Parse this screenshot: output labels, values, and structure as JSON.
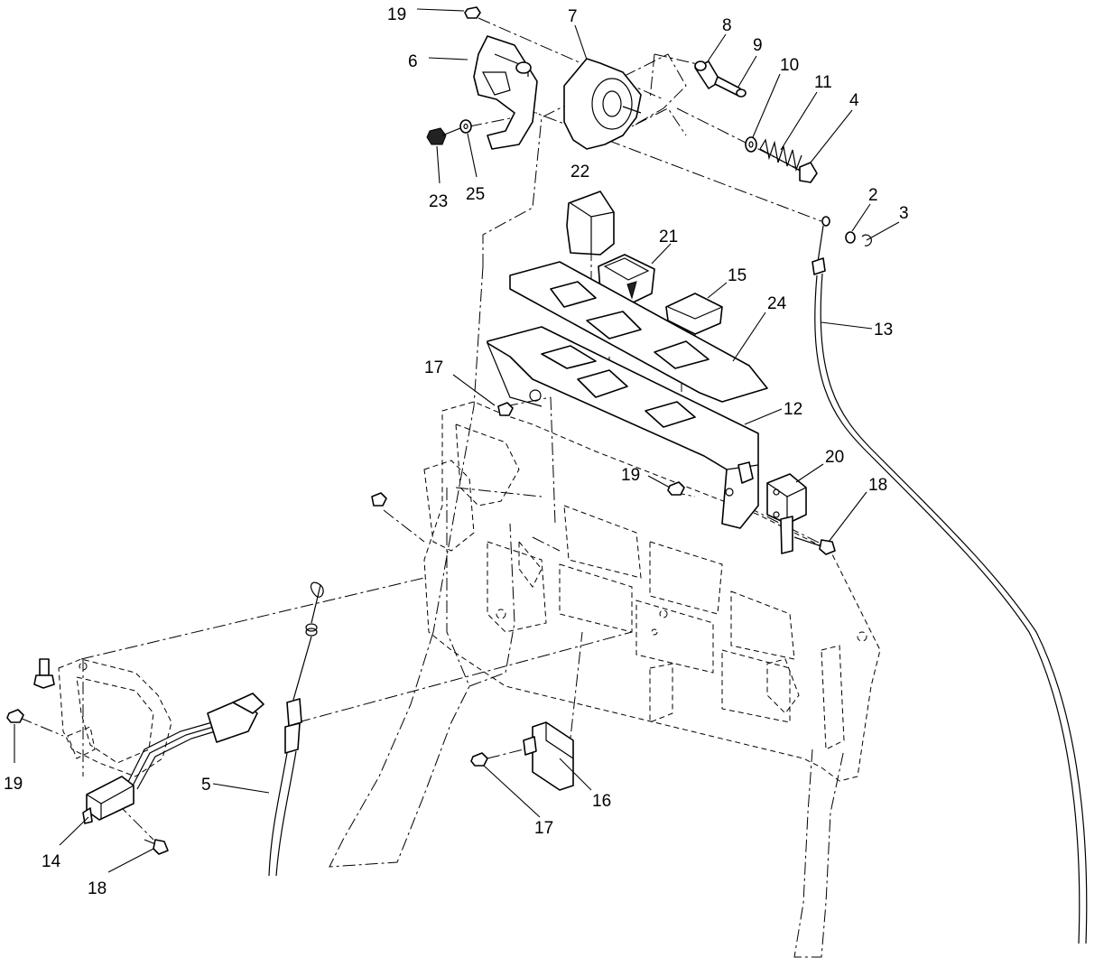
{
  "diagram": {
    "callouts": {
      "c19_top": "19",
      "c6": "6",
      "c7": "7",
      "c8": "8",
      "c9": "9",
      "c10": "10",
      "c11": "11",
      "c4": "4",
      "c23": "23",
      "c25": "25",
      "c22": "22",
      "c2": "2",
      "c3": "3",
      "c21": "21",
      "c15": "15",
      "c24": "24",
      "c13": "13",
      "c17_top": "17",
      "c12": "12",
      "c19_mid": "19",
      "c20": "20",
      "c18_right": "18",
      "c19_left": "19",
      "c5": "5",
      "c16": "16",
      "c17_bottom": "17",
      "c14": "14",
      "c18_bottom": "18"
    }
  }
}
